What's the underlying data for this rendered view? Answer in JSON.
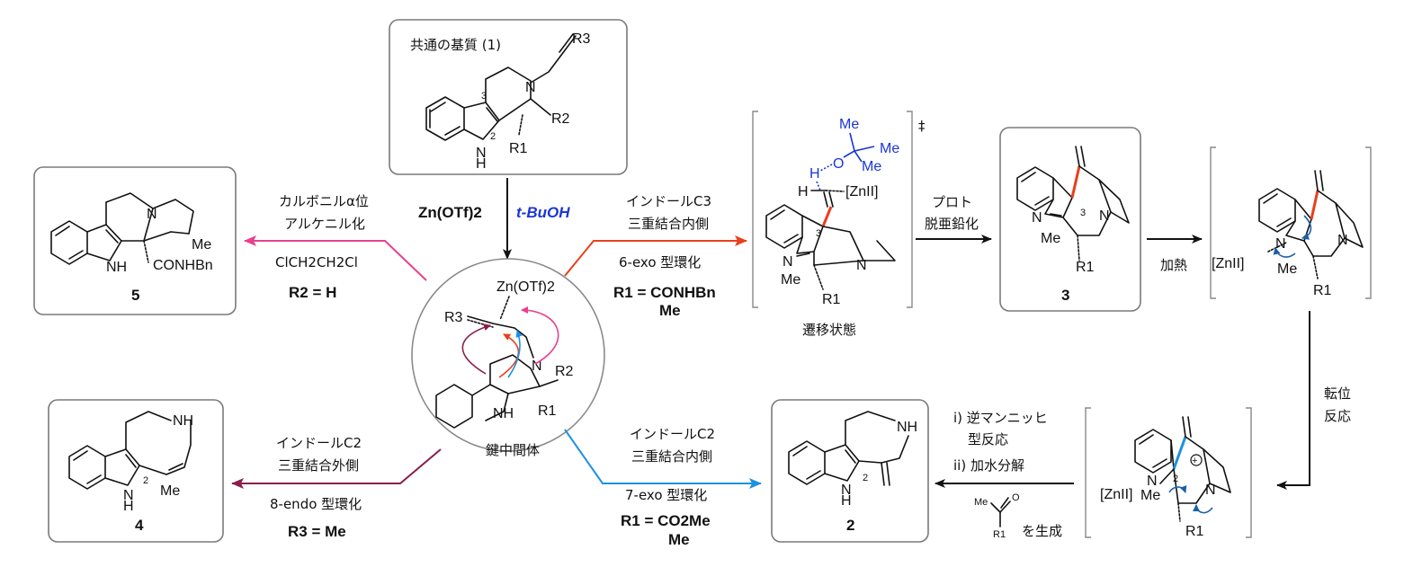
{
  "colors": {
    "pink": "#e8408d",
    "red": "#e8401c",
    "maroon": "#8a1e4c",
    "blue": "#1e90e0",
    "dark_blue": "#1a36d6",
    "black": "#111111",
    "box_border": "#7a7a7a"
  },
  "substrate": {
    "title": "共通の基質 (1)",
    "atoms": {
      "r3": "R3",
      "r2": "R2",
      "r1": "R1",
      "n": "N",
      "nh": "N",
      "h": "H",
      "c3": "3",
      "c2": "2"
    }
  },
  "reagents": {
    "zn": "Zn(OTf)2",
    "tbuoh": "t-BuOH"
  },
  "intermediate": {
    "caption": "鍵中間体",
    "atoms": {
      "zn": "Zn(OTf)2",
      "r3": "R3",
      "n": "N",
      "r2": "R2",
      "r1": "R1",
      "nh": "NH"
    }
  },
  "routes": {
    "pink": {
      "line1": "カルボニルα位",
      "line2": "アルケニル化",
      "solvent": "ClCH2CH2Cl",
      "condition": "R2 = H"
    },
    "red": {
      "line1": "インドールC3",
      "line2": "三重結合内側",
      "mode": "6-exo 型環化",
      "condition1": "R1 = CONHBn",
      "condition2": "Me"
    },
    "maroon": {
      "line1": "インドールC2",
      "line2": "三重結合外側",
      "mode": "8-endo 型環化",
      "condition": "R3 = Me"
    },
    "blue": {
      "line1": "インドールC2",
      "line2": "三重結合内側",
      "mode": "7-exo 型環化",
      "condition1": "R1 = CO2Me",
      "condition2": "Me"
    }
  },
  "product5": {
    "label": "5",
    "atoms": {
      "n": "N",
      "nh": "NH",
      "me": "Me",
      "conhbn": "CONHBn"
    }
  },
  "product4": {
    "label": "4",
    "atoms": {
      "nh_top": "NH",
      "nh": "N",
      "h": "H",
      "c2": "2",
      "me": "Me"
    }
  },
  "product2": {
    "label": "2",
    "atoms": {
      "nh_top": "NH",
      "nh": "N",
      "h": "H",
      "c2": "2"
    }
  },
  "product3": {
    "label": "3",
    "atoms": {
      "n_ind": "N",
      "n": "N",
      "c3": "3",
      "me": "Me",
      "r1": "R1"
    }
  },
  "ts": {
    "caption": "遷移状態",
    "dagger": "‡",
    "atoms": {
      "me1": "Me",
      "me2": "Me",
      "me3": "Me",
      "o": "O",
      "h1": "H",
      "h2": "H",
      "zn": "[ZnII]",
      "n_ind": "N",
      "n": "N",
      "c3": "3",
      "me": "Me",
      "r1": "R1"
    }
  },
  "steps": {
    "proto": {
      "line1": "プロト",
      "line2": "脱亜鉛化"
    },
    "heat": "加熱",
    "rearr": {
      "line1": "転位",
      "line2": "反応"
    },
    "retro": {
      "line1": "i) 逆マンニッヒ",
      "line2": "型反応",
      "line3": "ii) 加水分解",
      "byproduct_suffix": "を生成"
    }
  },
  "heat_int": {
    "atoms": {
      "zn": "[ZnII]",
      "n_ind": "N",
      "n": "N",
      "me": "Me",
      "r1": "R1"
    }
  },
  "rearr_int": {
    "atoms": {
      "zn": "[ZnII]",
      "n": "N",
      "me": "Me",
      "c2": "2",
      "r1": "R1",
      "plus": "+"
    }
  },
  "byproduct": {
    "atoms": {
      "me": "Me",
      "o": "O",
      "r1": "R1"
    }
  }
}
